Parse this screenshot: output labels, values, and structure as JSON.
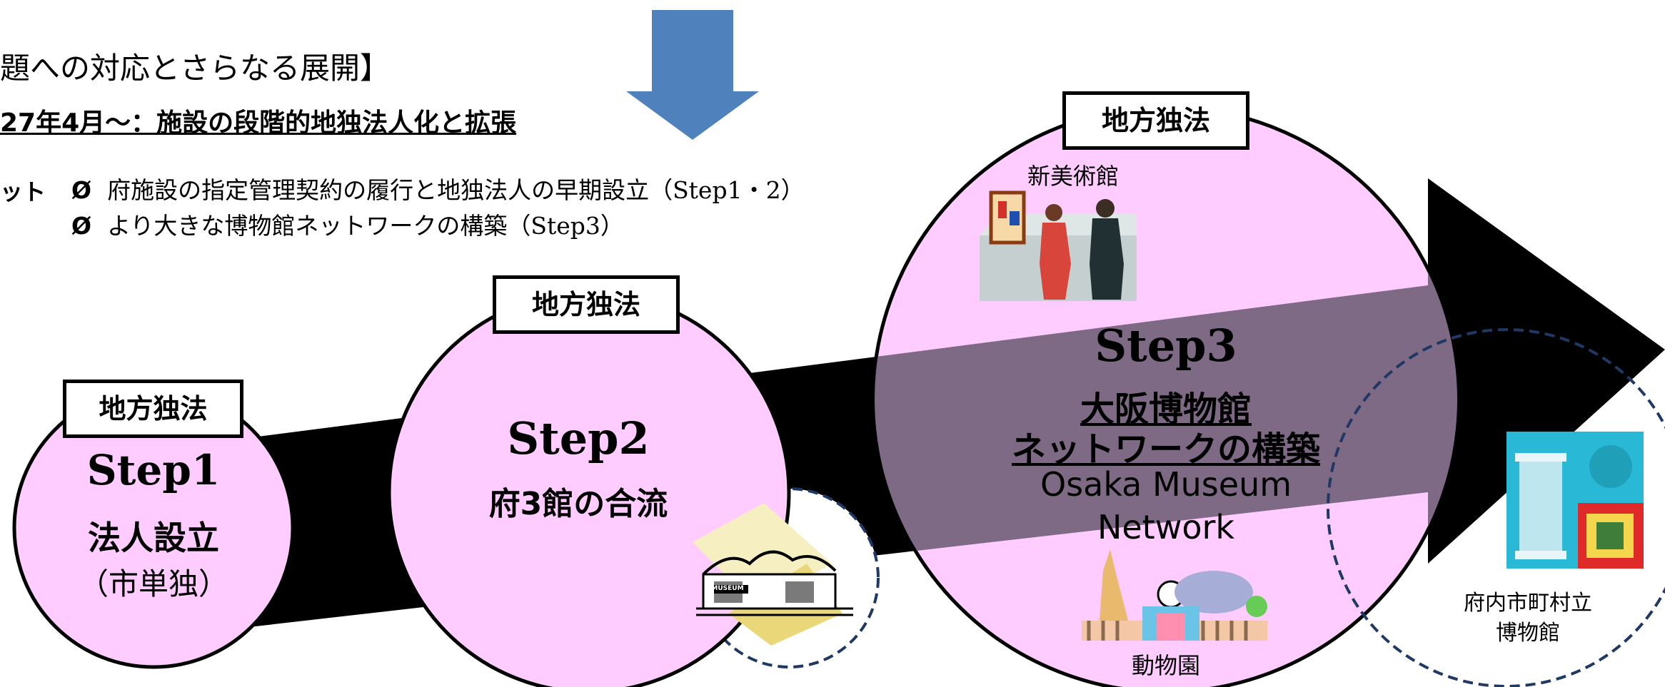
{
  "header": {
    "title": "題への対応とさらなる展開】",
    "subtitle": "27年4月～：施設の段階的地独法人化と拡張",
    "merit_label": "ット",
    "bullet_marker": "Ø",
    "bullets": [
      "府施設の指定管理契約の履行と地独法人の早期設立（Step1・2）",
      "より大きな博物館ネットワークの構築（Step3）"
    ]
  },
  "steps": {
    "step1": {
      "badge": "地方独法",
      "title": "Step1",
      "line1": "法人設立",
      "line2": "（市単独）"
    },
    "step2": {
      "badge": "地方独法",
      "title": "Step2",
      "line1": "府3館の合流"
    },
    "step3": {
      "badge": "地方独法",
      "title": "Step3",
      "line1": "大阪博物館",
      "line2": "ネットワークの構築",
      "line3": "Osaka Museum",
      "line4": "Network"
    }
  },
  "labels": {
    "new_museum": "新美術館",
    "zoo": "動物園",
    "municipal_line1": "府内市町村立",
    "municipal_line2": "博物館",
    "museum_sign": "MUSEUM"
  },
  "colors": {
    "circle_fill": "#ffccff",
    "arrow_fill": "#000000",
    "down_arrow": "#4f81bd",
    "dashed_circle": "#1f3864",
    "overlay_band": "#7f6a85"
  }
}
